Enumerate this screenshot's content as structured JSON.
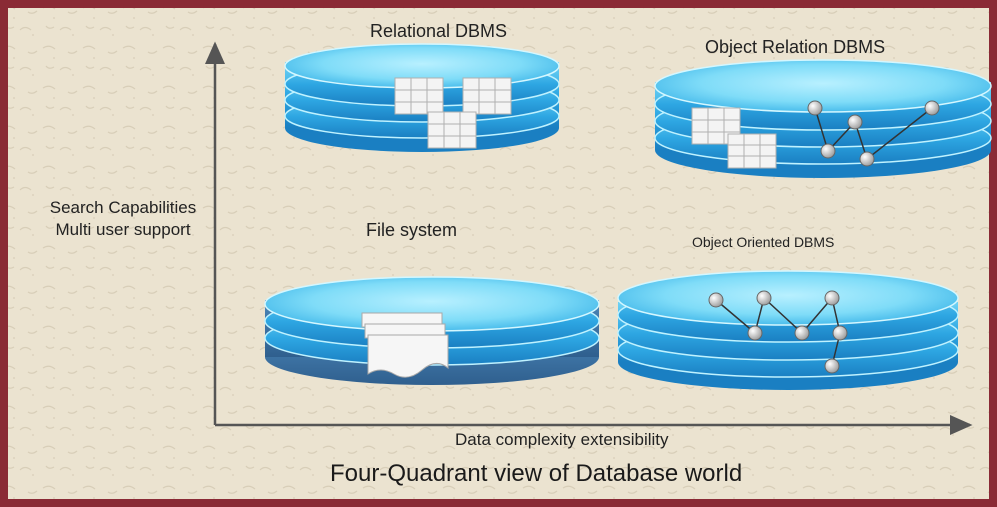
{
  "quadrants": {
    "top_left": "Relational DBMS",
    "top_right": "Object Relation DBMS",
    "bottom_left": "File system",
    "bottom_right": "Object Oriented DBMS"
  },
  "axes": {
    "y_label_line1": "Search Capabilities",
    "y_label_line2": "Multi user support",
    "x_label": "Data complexity extensibility"
  },
  "caption": "Four-Quadrant view of Database world",
  "colors": {
    "disk_light": "#8fe3fb",
    "disk_mid": "#3fb6ea",
    "disk_dark": "#1e86c8",
    "border": "#8a2a35",
    "background": "#ece4d2",
    "axis": "#555555"
  }
}
